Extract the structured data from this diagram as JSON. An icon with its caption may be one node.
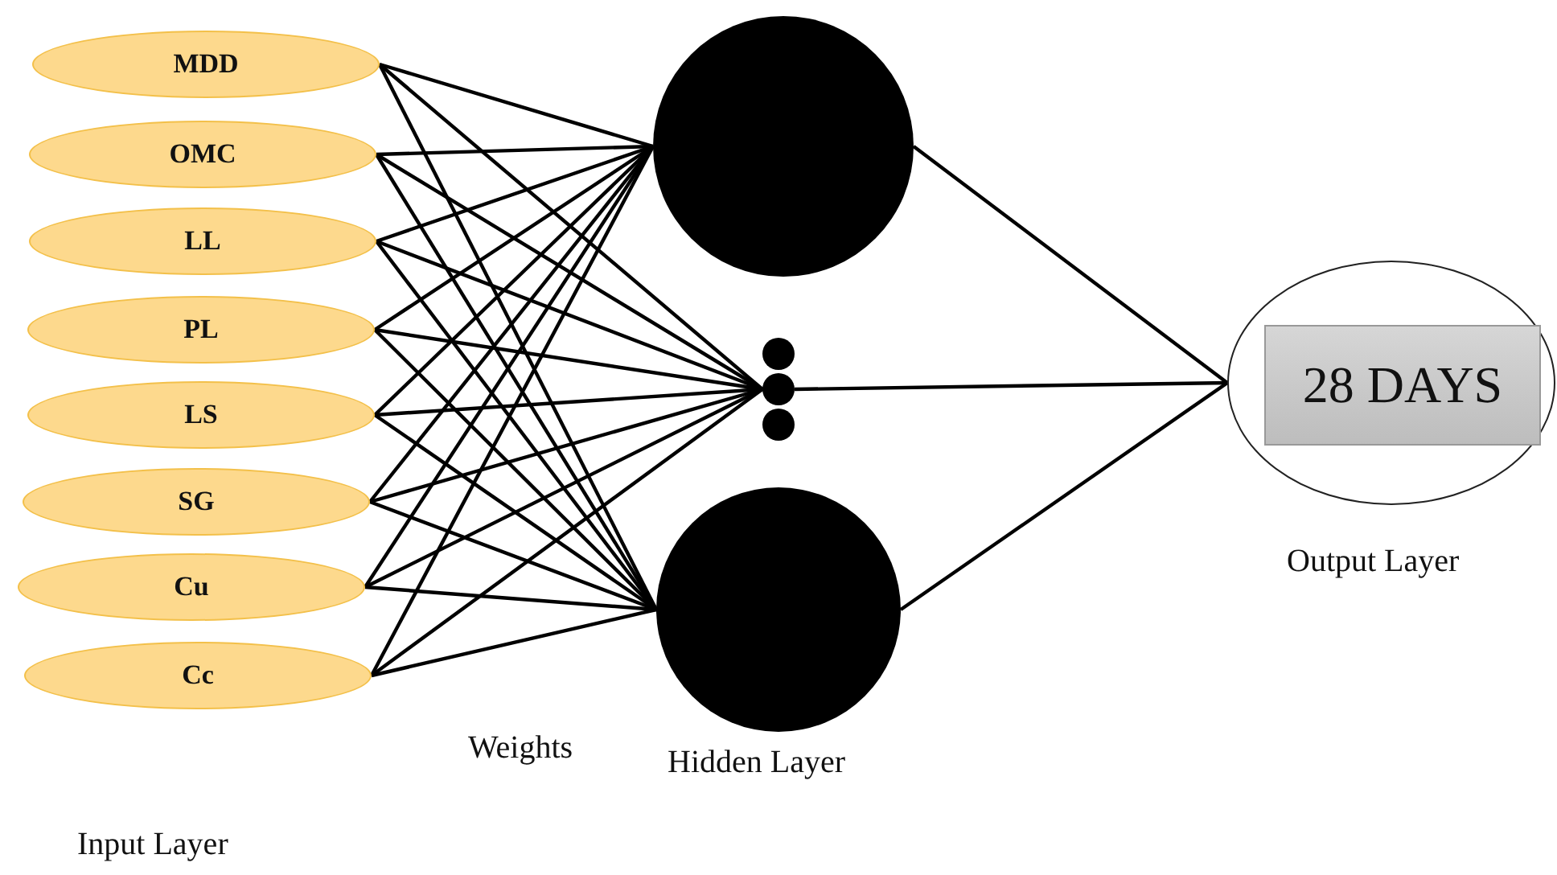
{
  "diagram": {
    "nodes": [
      {
        "text": [
          "MDD"
        ]
      },
      {
        "text": [
          "OMC"
        ]
      },
      {
        "text": [
          "LL"
        ]
      },
      {
        "text": [
          "PL"
        ]
      },
      {
        "text": [
          "LS"
        ]
      },
      {
        "text": [
          "SG"
        ]
      },
      {
        "text": [
          "Cu"
        ]
      },
      {
        "text": [
          "Cc"
        ]
      },
      {
        "text": [],
        "shape": "circle"
      },
      {
        "text": [],
        "shape": "circle"
      },
      {
        "text": [],
        "shape": "circle"
      },
      {
        "text": [],
        "shape": "circle"
      },
      {
        "text": [],
        "shape": "circle"
      },
      {
        "text": [],
        "shape": "circle",
        "beside": [
          "Output Layer"
        ]
      },
      {
        "text": [
          "28 DAYS"
        ],
        "in": 13
      }
    ],
    "edges": [
      {
        "from": 0,
        "to": 8,
        "arrow": "none"
      },
      {
        "from": 0,
        "to": 10,
        "arrow": "none"
      },
      {
        "from": 0,
        "to": 12,
        "arrow": "none"
      },
      {
        "from": 1,
        "to": 8,
        "arrow": "none"
      },
      {
        "from": 1,
        "to": 10,
        "arrow": "none"
      },
      {
        "from": 1,
        "to": 12,
        "arrow": "none"
      },
      {
        "from": 2,
        "to": 8,
        "arrow": "none"
      },
      {
        "from": 2,
        "to": 10,
        "arrow": "none"
      },
      {
        "from": 2,
        "to": 12,
        "arrow": "none"
      },
      {
        "from": 3,
        "to": 8,
        "arrow": "none"
      },
      {
        "from": 3,
        "to": 10,
        "arrow": "none"
      },
      {
        "from": 3,
        "to": 12,
        "arrow": "none"
      },
      {
        "from": 4,
        "to": 8,
        "arrow": "none"
      },
      {
        "from": 4,
        "to": 10,
        "arrow": "none"
      },
      {
        "from": 4,
        "to": 12,
        "arrow": "none"
      },
      {
        "from": 5,
        "to": 8,
        "arrow": "none"
      },
      {
        "from": 5,
        "to": 10,
        "arrow": "none"
      },
      {
        "from": 5,
        "to": 12,
        "arrow": "none"
      },
      {
        "from": 6,
        "to": 8,
        "arrow": "none"
      },
      {
        "from": 6,
        "to": 10,
        "arrow": "none"
      },
      {
        "from": 6,
        "to": 12,
        "arrow": "none"
      },
      {
        "from": 7,
        "to": 8,
        "arrow": "none"
      },
      {
        "from": 7,
        "to": 10,
        "arrow": "none"
      },
      {
        "from": 7,
        "to": 12,
        "arrow": "none"
      },
      {
        "from": 8,
        "to": 13,
        "arrow": "none"
      },
      {
        "from": 10,
        "to": 13,
        "arrow": "none"
      },
      {
        "from": 12,
        "to": 13,
        "arrow": "none"
      }
    ],
    "labels": [
      "Weights",
      "Hidden Layer",
      "Input Layer"
    ]
  }
}
